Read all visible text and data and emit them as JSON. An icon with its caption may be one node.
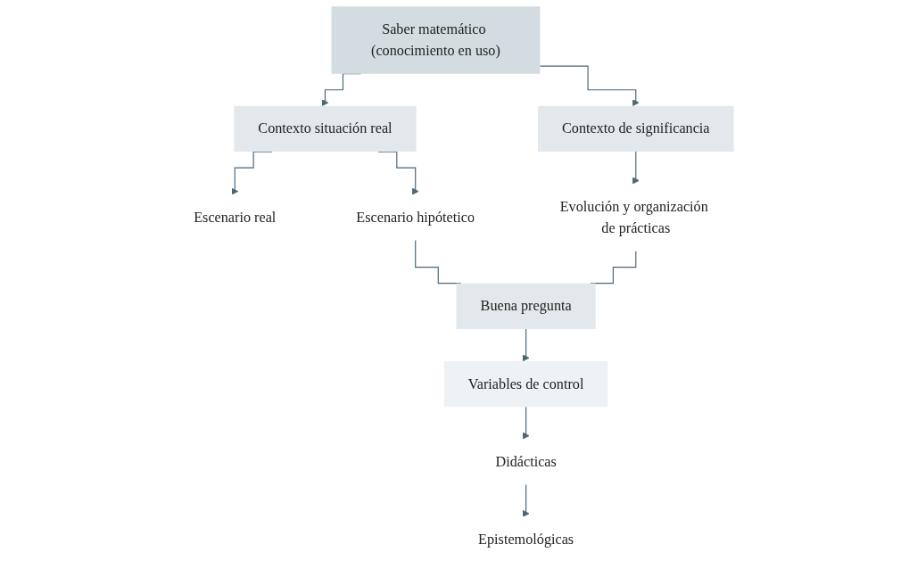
{
  "diagram": {
    "nodes": [
      {
        "text": [
          "Saber matemático (conocimiento en uso)"
        ]
      },
      {
        "text": [
          "Contexto situación real"
        ]
      },
      {
        "text": [
          "Contexto de significancia"
        ]
      },
      {
        "text": [
          "Escenario real"
        ]
      },
      {
        "text": [
          "Escenario hipótetico"
        ]
      },
      {
        "text": [
          "Evolución y organización de prácticas"
        ]
      },
      {
        "text": [
          "Buena pregunta"
        ]
      },
      {
        "text": [
          "Variables de control"
        ]
      },
      {
        "text": [
          "Didácticas"
        ]
      },
      {
        "text": [
          "Epistemológicas"
        ]
      }
    ],
    "edges": [
      {
        "from": 0,
        "to": 1,
        "arrow": "to"
      },
      {
        "from": 0,
        "to": 2,
        "arrow": "to"
      },
      {
        "from": 1,
        "to": 3,
        "arrow": "to"
      },
      {
        "from": 1,
        "to": 4,
        "arrow": "to"
      },
      {
        "from": 2,
        "to": 5,
        "arrow": "to"
      },
      {
        "from": 4,
        "to": 6,
        "arrow": "none"
      },
      {
        "from": 5,
        "to": 6,
        "arrow": "none"
      },
      {
        "from": 6,
        "to": 7,
        "arrow": "to"
      },
      {
        "from": 7,
        "to": 8,
        "arrow": "to"
      },
      {
        "from": 8,
        "to": 9,
        "arrow": "to"
      }
    ]
  }
}
